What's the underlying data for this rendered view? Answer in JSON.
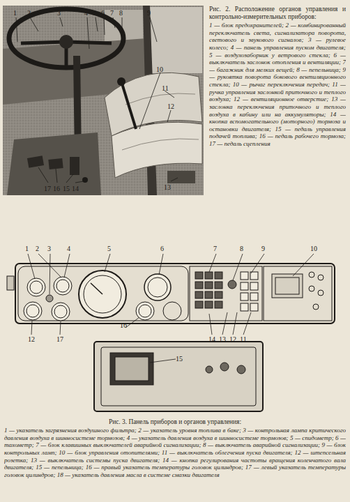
{
  "diagram": {
    "labels": [
      "1",
      "2",
      "3",
      "4",
      "5",
      "6",
      "7",
      "8",
      "9",
      "10",
      "11",
      "12",
      "13",
      "17",
      "16",
      "15",
      "14",
      "Рис. 2. Расположение органов управления и контрольно-измерительных приборов:",
      "1 — блок предохранителей; 2 — комбинированный переключатель света, сигнализатора поворота, светового и звукового сигналов; 3 — рулевое колесо; 4 — панель управления пуском двигателя; 5 — воздухозаборник у ветрового стекла; 6 — выключатель заслонок отопления и вентиляции; 7 — багажник для мелких вещей; 8 — пепельница; 9 — рукоятка поворота бокового вентиляционного стекла; 10 — рычаг переключения передач; 11 — ручка управления заслонкой приточного и теплого воздуха; 12 — вентиляционное отверстие; 13 — заслонка переключения приточного и теплого воздуха в кабину или на аккумуляторы; 14 — кнопка вспомогательного (моторного) тормоза и остановки двигателя; 15 — педаль управления подачей топлива; 16 — педаль рабочего тормоза; 17 — педаль сцепления",
      "1",
      "2",
      "3",
      "4",
      "5",
      "6",
      "7",
      "8",
      "9",
      "10",
      "12",
      "17",
      "16",
      "15",
      "14",
      "13",
      "12",
      "11",
      "Рис. 3. Панель приборов и органов управления:",
      "1 — указатель загрязнения воздушного фильтра; 2 — указатель уровня топлива в баке; 3 — контрольная лампа критического давления воздуха в шинносистеме тормозов; 4 — указатель давления воздуха в шинносистеме тормозов; 5 — спидометр; 6 — тахометр; 7 — блок клавишных выключателей аварийной сигнализации; 8 — выключатель аварийной сигнализации; 9 — блок контрольных ламп; 10 — блок управления отопителями; 11 — выключатель облегчения пуска двигателя; 12 — штепсельная розетка; 13 — выключатель системы пуска двигателя; 14 — кнопка регулирования частоты вращения коленчатого вала двигателя; 15 — пепельница; 16 — правый указатель температуры головок цилиндров; 17 — левый указатель температуры головок цилиндров; 18 — указатель давления масла в системе смазки двигателя"
    ]
  }
}
